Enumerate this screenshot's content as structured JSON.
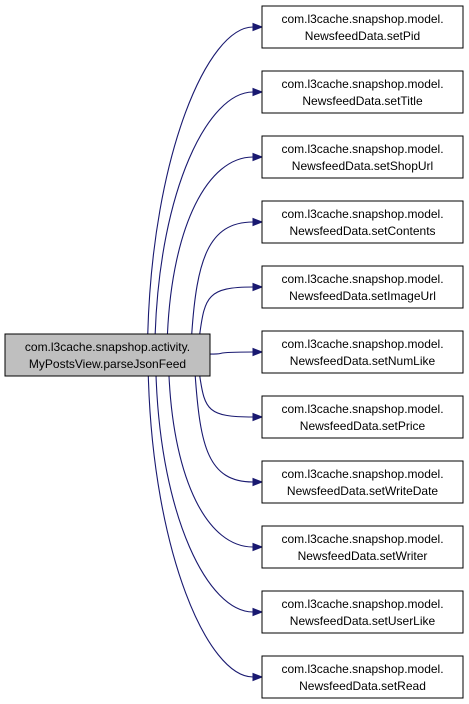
{
  "colors": {
    "background": "#ffffff",
    "source_fill": "#bfbfbf",
    "target_fill": "#ffffff",
    "node_border": "#000000",
    "edge": "#191970"
  },
  "source": {
    "line1": "com.l3cache.snapshop.activity.",
    "line2": "MyPostsView.parseJsonFeed"
  },
  "targets": [
    {
      "line1": "com.l3cache.snapshop.model.",
      "line2": "NewsfeedData.setPid"
    },
    {
      "line1": "com.l3cache.snapshop.model.",
      "line2": "NewsfeedData.setTitle"
    },
    {
      "line1": "com.l3cache.snapshop.model.",
      "line2": "NewsfeedData.setShopUrl"
    },
    {
      "line1": "com.l3cache.snapshop.model.",
      "line2": "NewsfeedData.setContents"
    },
    {
      "line1": "com.l3cache.snapshop.model.",
      "line2": "NewsfeedData.setImageUrl"
    },
    {
      "line1": "com.l3cache.snapshop.model.",
      "line2": "NewsfeedData.setNumLike"
    },
    {
      "line1": "com.l3cache.snapshop.model.",
      "line2": "NewsfeedData.setPrice"
    },
    {
      "line1": "com.l3cache.snapshop.model.",
      "line2": "NewsfeedData.setWriteDate"
    },
    {
      "line1": "com.l3cache.snapshop.model.",
      "line2": "NewsfeedData.setWriter"
    },
    {
      "line1": "com.l3cache.snapshop.model.",
      "line2": "NewsfeedData.setUserLike"
    },
    {
      "line1": "com.l3cache.snapshop.model.",
      "line2": "NewsfeedData.setRead"
    }
  ]
}
